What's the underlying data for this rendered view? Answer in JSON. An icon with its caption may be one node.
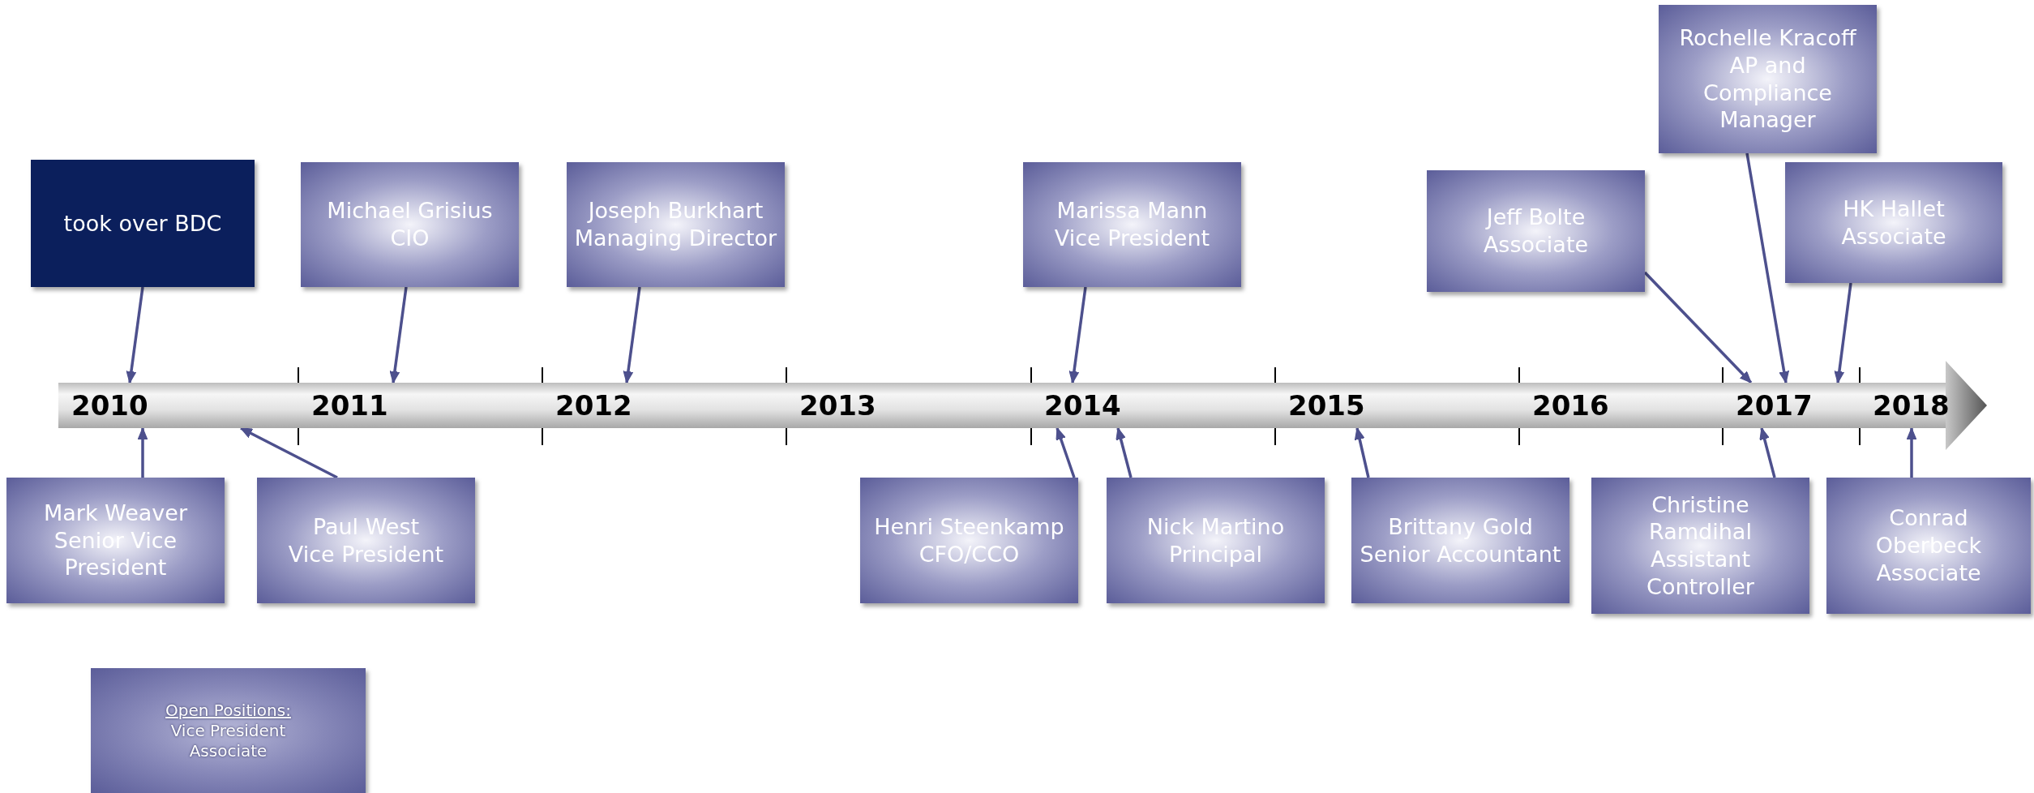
{
  "diagram": {
    "nodes": [
      {
        "text": [
          "2010"
        ]
      },
      {
        "text": [
          "2011"
        ]
      },
      {
        "text": [
          "2012"
        ]
      },
      {
        "text": [
          "2013"
        ]
      },
      {
        "text": [
          "2014"
        ]
      },
      {
        "text": [
          "2015"
        ]
      },
      {
        "text": [
          "2016"
        ]
      },
      {
        "text": [
          "2017"
        ]
      },
      {
        "text": [
          "2018"
        ]
      },
      {
        "text": [
          "took over BDC"
        ]
      },
      {
        "text": [
          "Michael Grisius",
          "CIO"
        ]
      },
      {
        "text": [
          "Joseph Burkhart",
          "Managing Director"
        ]
      },
      {
        "text": [
          "Marissa Mann",
          "Vice President"
        ]
      },
      {
        "text": [
          "Jeff Bolte",
          "Associate"
        ]
      },
      {
        "text": [
          "Rochelle Kracoff",
          "AP and Compliance Manager"
        ]
      },
      {
        "text": [
          "HK Hallet",
          "Associate"
        ]
      },
      {
        "text": [
          "Mark Weaver",
          "Senior Vice President"
        ]
      },
      {
        "text": [
          "Paul West",
          "Vice President"
        ]
      },
      {
        "text": [
          "Henri Steenkamp",
          "CFO/CCO"
        ]
      },
      {
        "text": [
          "Nick Martino",
          "Principal"
        ]
      },
      {
        "text": [
          "Brittany Gold",
          "Senior Accountant"
        ]
      },
      {
        "text": [
          "Christine Ramdihal",
          "Assistant Controller"
        ]
      },
      {
        "text": [
          "Conrad Oberbeck",
          "Associate"
        ]
      },
      {
        "text": [
          "Open Positions:",
          "Vice President",
          "Associate"
        ]
      }
    ],
    "edges": [
      {
        "from": 9,
        "to": 0,
        "arrow": "to"
      },
      {
        "from": 10,
        "to": 1,
        "arrow": "to"
      },
      {
        "from": 11,
        "to": 2,
        "arrow": "to"
      },
      {
        "from": 12,
        "to": 4,
        "arrow": "to"
      },
      {
        "from": 13,
        "to": 7,
        "arrow": "to"
      },
      {
        "from": 14,
        "to": 7,
        "arrow": "to"
      },
      {
        "from": 15,
        "to": 7,
        "arrow": "to"
      },
      {
        "from": 16,
        "to": 0,
        "arrow": "to"
      },
      {
        "from": 17,
        "to": 0,
        "arrow": "to"
      },
      {
        "from": 18,
        "to": 4,
        "arrow": "to"
      },
      {
        "from": 19,
        "to": 4,
        "arrow": "to"
      },
      {
        "from": 20,
        "to": 5,
        "arrow": "to"
      },
      {
        "from": 21,
        "to": 7,
        "arrow": "to"
      },
      {
        "from": 22,
        "to": 8,
        "arrow": "to"
      }
    ]
  }
}
